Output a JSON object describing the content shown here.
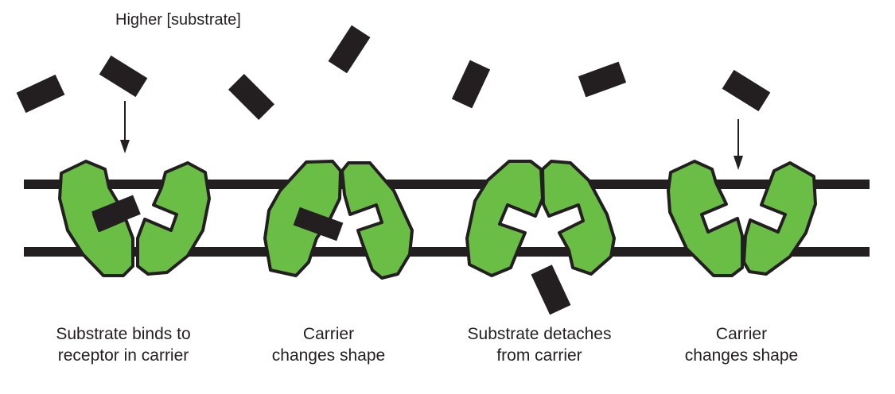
{
  "top_label": "Higher [substrate]",
  "steps": [
    {
      "line1": "Substrate binds to",
      "line2": "receptor in carrier"
    },
    {
      "line1": "Carrier",
      "line2": "changes shape"
    },
    {
      "line1": "Substrate detaches",
      "line2": "from carrier"
    },
    {
      "line1": "Carrier",
      "line2": "changes shape"
    }
  ],
  "colors": {
    "carrier": "#6abd45",
    "ink": "#231f20"
  }
}
